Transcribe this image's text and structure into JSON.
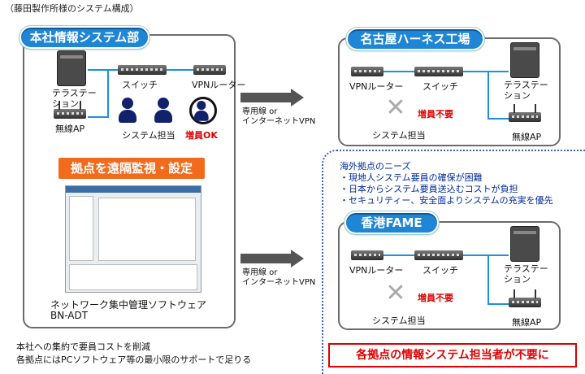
{
  "caption": "（藤田製作所様のシステム構成）",
  "hq": {
    "title": "本社情報システム部",
    "terastation": "テラステー\nション",
    "switch": "スイッチ",
    "vpn_router": "VPNルーター",
    "wireless_ap": "無線AP",
    "system_staff": "システム担当",
    "increase_ok": "増員OK",
    "remote_banner": "拠点を遠隔監視・設定",
    "software_name": "ネットワーク集中管理ソフトウェア",
    "software_code": "BN-ADT"
  },
  "links": {
    "top": "専用線 or\nインターネットVPN",
    "bottom": "専用線 or\nインターネットVPN"
  },
  "nagoya": {
    "title": "名古屋ハーネス工場",
    "vpn_router": "VPNルーター",
    "switch": "スイッチ",
    "terastation": "テラステー\nション",
    "system_staff": "システム担当",
    "no_increase": "増員不要",
    "wireless_ap": "無線AP"
  },
  "needs": {
    "title": "海外拠点のニーズ",
    "items": [
      "・現地人システム要員の確保が困難",
      "・日本からシステム要員送込むコストが負担",
      "・セキュリティー、安全面よりシステムの充実を優先"
    ]
  },
  "hongkong": {
    "title": "香港FAME",
    "vpn_router": "VPNルーター",
    "switch": "スイッチ",
    "terastation": "テラステー\nション",
    "system_staff": "システム担当",
    "no_increase": "増員不要",
    "wireless_ap": "無線AP"
  },
  "notes": {
    "line1": "本社への集約で要員コストを削減",
    "line2": "各拠点にはPCソフトウェア等の最小限のサポートで足りる"
  },
  "conclusion": "各拠点の情報システム担当者が不要に",
  "colors": {
    "accent": "#1f86d6",
    "warning": "#e00000",
    "banner": "#f26a1b",
    "needs": "#002a99"
  }
}
